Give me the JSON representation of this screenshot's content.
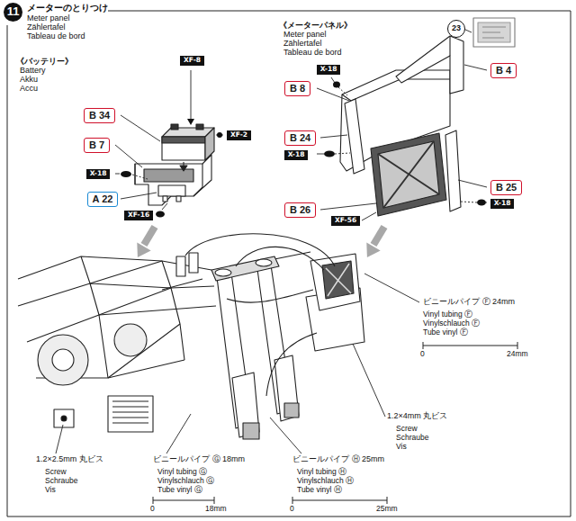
{
  "diagram": {
    "title": "メーターのとりつけ",
    "nodes": [
      {
        "text": [
          "11"
        ]
      },
      {
        "text": [
          "XF-8"
        ]
      },
      {
        "text": [
          "B 34"
        ]
      },
      {
        "text": [
          "XF-2"
        ]
      },
      {
        "text": [
          "B 7"
        ]
      },
      {
        "text": [
          "X-18"
        ]
      },
      {
        "text": [
          "A 22"
        ]
      },
      {
        "text": [
          "XF-16"
        ]
      },
      {
        "text": [
          "23"
        ]
      },
      {
        "text": [
          "B 4"
        ]
      },
      {
        "text": [
          "X-18"
        ]
      },
      {
        "text": [
          "B 8"
        ]
      },
      {
        "text": [
          "B 24"
        ]
      },
      {
        "text": [
          "X-18"
        ]
      },
      {
        "text": [
          "B 25"
        ]
      },
      {
        "text": [
          "X-18"
        ]
      },
      {
        "text": [
          "B 26"
        ]
      },
      {
        "text": [
          "XF-56"
        ]
      }
    ],
    "labels": [
      "Meter panel",
      "Zählertafel",
      "Tableau de bord",
      "《バッテリー》",
      "Battery",
      "Akku",
      "Accu",
      "《メーターパネル》",
      "Meter panel",
      "Zählertafel",
      "Tableau de bord",
      "ビニールパイプ Ⓕ 24mm",
      "Vinyl tubing Ⓕ",
      "Vinylschlauch Ⓕ",
      "Tube vinyl Ⓕ",
      "0",
      "24mm",
      "1.2×4mm 丸ビス",
      "Screw",
      "Schraube",
      "Vis",
      "1.2×2.5mm 丸ビス",
      "Screw",
      "Schraube",
      "Vis",
      "ビニールパイプ Ⓖ 18mm",
      "Vinyl tubing Ⓖ",
      "Vinylschlauch Ⓖ",
      "Tube vinyl Ⓖ",
      "0",
      "18mm",
      "ビニールパイプ Ⓗ 25mm",
      "Vinyl tubing Ⓗ",
      "Vinylschlauch Ⓗ",
      "Tube vinyl Ⓗ",
      "0",
      "25mm"
    ]
  }
}
